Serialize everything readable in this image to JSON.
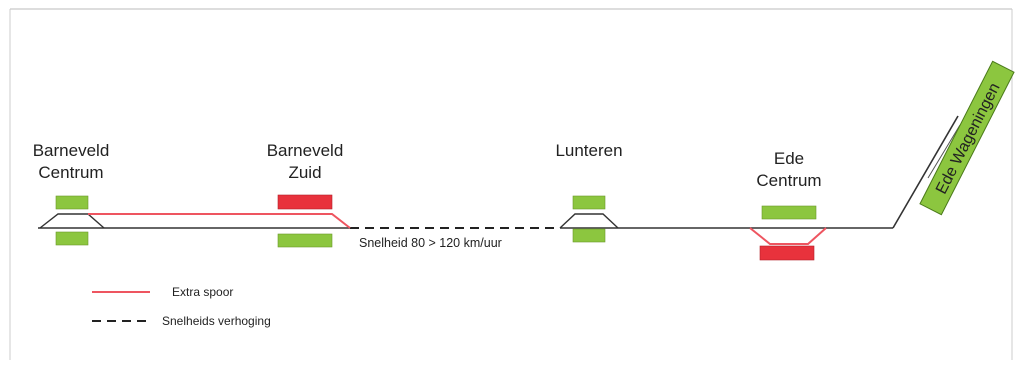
{
  "colors": {
    "platform_green": "#8cc63f",
    "platform_red": "#e8323c",
    "extra_track": "#ee5560",
    "track": "#333333",
    "frame": "#bbbbbb"
  },
  "stations": {
    "barneveld_centrum": {
      "line1": "Barneveld",
      "line2": "Centrum"
    },
    "barneveld_zuid": {
      "line1": "Barneveld",
      "line2": "Zuid"
    },
    "lunteren": {
      "line1": "Lunteren"
    },
    "ede_centrum": {
      "line1": "Ede",
      "line2": "Centrum"
    },
    "ede_wageningen": {
      "label": "Ede Wageningen"
    }
  },
  "annotation": {
    "speed_note": "Snelheid 80 > 120 km/uur"
  },
  "legend": {
    "extra_track": "Extra spoor",
    "speed_increase": "Snelheids verhoging"
  }
}
